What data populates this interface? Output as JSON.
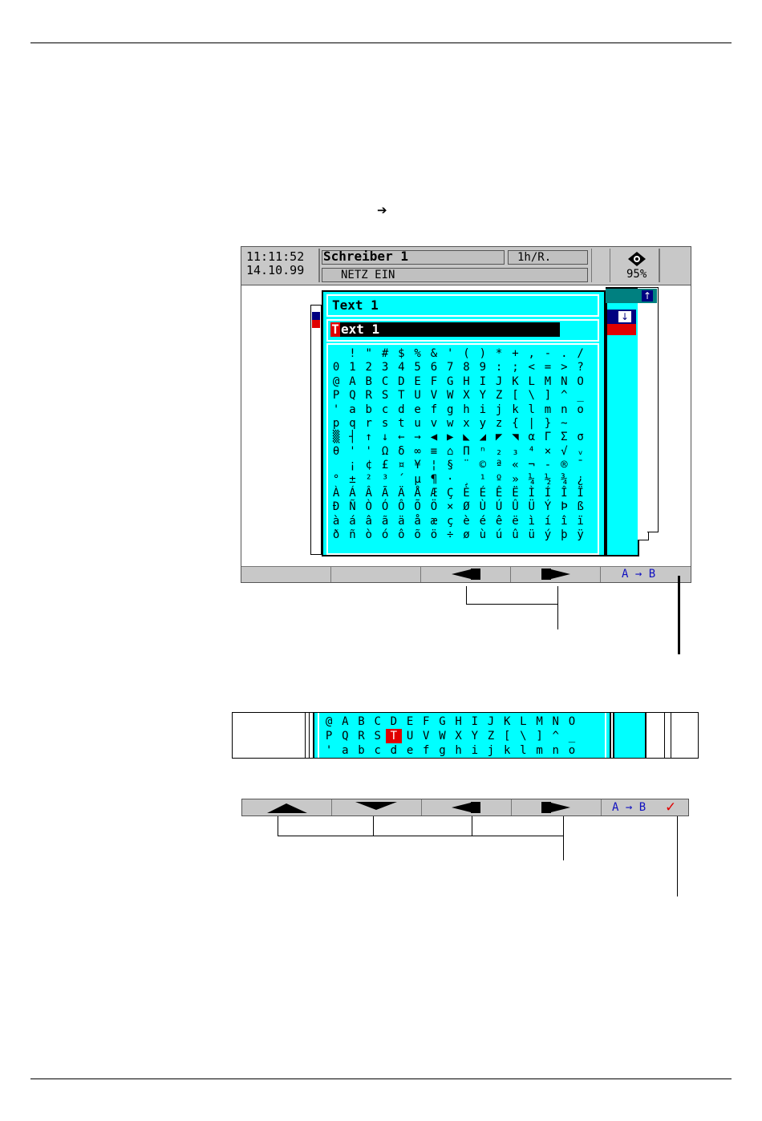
{
  "screen": {
    "time": "11:11:52",
    "date": "14.10.99",
    "title": "Schreiber 1",
    "interval": "1h/R.",
    "status": "NETZ EIN",
    "memory_percent": "95%",
    "dialog_title": "Text 1",
    "edit_cursor_char": "T",
    "edit_rest": "ext 1",
    "char_rows": [
      [
        "",
        "!",
        "\"",
        "#",
        "$",
        "%",
        "&",
        "'",
        "(",
        ")",
        "*",
        "+",
        ",",
        "-",
        ".",
        "/"
      ],
      [
        "0",
        "1",
        "2",
        "3",
        "4",
        "5",
        "6",
        "7",
        "8",
        "9",
        ":",
        ";",
        "<",
        "=",
        ">",
        "?"
      ],
      [
        "@",
        "A",
        "B",
        "C",
        "D",
        "E",
        "F",
        "G",
        "H",
        "I",
        "J",
        "K",
        "L",
        "M",
        "N",
        "O"
      ],
      [
        "P",
        "Q",
        "R",
        "S",
        "T",
        "U",
        "V",
        "W",
        "X",
        "Y",
        "Z",
        "[",
        "\\",
        "]",
        "^",
        "_"
      ],
      [
        "'",
        "a",
        "b",
        "c",
        "d",
        "e",
        "f",
        "g",
        "h",
        "i",
        "j",
        "k",
        "l",
        "m",
        "n",
        "o"
      ],
      [
        "p",
        "q",
        "r",
        "s",
        "t",
        "u",
        "v",
        "w",
        "x",
        "y",
        "z",
        "{",
        "|",
        "}",
        "~",
        ""
      ],
      [
        "▒",
        "┤",
        "↑",
        "↓",
        "←",
        "→",
        "◀",
        "▶",
        "◣",
        "◢",
        "◤",
        "◥",
        "α",
        "Γ",
        "Σ",
        "σ"
      ],
      [
        "θ",
        "'",
        "'",
        "Ω",
        "δ",
        "∞",
        "≡",
        "⌂",
        "Π",
        "ⁿ",
        "₂",
        "₃",
        "⁴",
        "×",
        "√",
        "ᵥ"
      ],
      [
        "",
        "¡",
        "¢",
        "£",
        "¤",
        "¥",
        "¦",
        "§",
        "¨",
        "©",
        "ª",
        "«",
        "¬",
        "-",
        "®",
        "¯"
      ],
      [
        "°",
        "±",
        "²",
        "³",
        "´",
        "µ",
        "¶",
        "·",
        "¸",
        "¹",
        "º",
        "»",
        "¼",
        "½",
        "¾",
        "¿"
      ],
      [
        "À",
        "Á",
        "Â",
        "Ã",
        "Ä",
        "Å",
        "Æ",
        "Ç",
        "È",
        "É",
        "Ê",
        "Ë",
        "Ì",
        "Í",
        "Î",
        "Ï"
      ],
      [
        "Ð",
        "Ñ",
        "Ò",
        "Ó",
        "Ô",
        "Õ",
        "Ö",
        "×",
        "Ø",
        "Ù",
        "Ú",
        "Û",
        "Ü",
        "Ý",
        "Þ",
        "ß"
      ],
      [
        "à",
        "á",
        "â",
        "ã",
        "ä",
        "å",
        "æ",
        "ç",
        "è",
        "é",
        "ê",
        "ë",
        "ì",
        "í",
        "î",
        "ï"
      ],
      [
        "ð",
        "ñ",
        "ò",
        "ó",
        "ô",
        "õ",
        "ö",
        "÷",
        "ø",
        "ù",
        "ú",
        "û",
        "ü",
        "ý",
        "þ",
        "ÿ"
      ]
    ],
    "softkey_label": "A → B"
  },
  "zoom": {
    "rows": [
      [
        "@",
        "A",
        "B",
        "C",
        "D",
        "E",
        "F",
        "G",
        "H",
        "I",
        "J",
        "K",
        "L",
        "M",
        "N",
        "O"
      ],
      [
        "P",
        "Q",
        "R",
        "S",
        "T",
        "U",
        "V",
        "W",
        "X",
        "Y",
        "Z",
        "[",
        "\\",
        "]",
        "^",
        "_"
      ],
      [
        "'",
        "a",
        "b",
        "c",
        "d",
        "e",
        "f",
        "g",
        "h",
        "i",
        "j",
        "k",
        "l",
        "m",
        "n",
        "o"
      ]
    ]
  },
  "bottom_bar": {
    "softkey_label": "A → B",
    "check_mark": "✓"
  },
  "arrow_glyph": "➔",
  "colors": {
    "cyan": "#00ffff",
    "red": "#e00000",
    "teal": "#008080",
    "navy": "#000080",
    "gray": "#c8c8c8"
  }
}
